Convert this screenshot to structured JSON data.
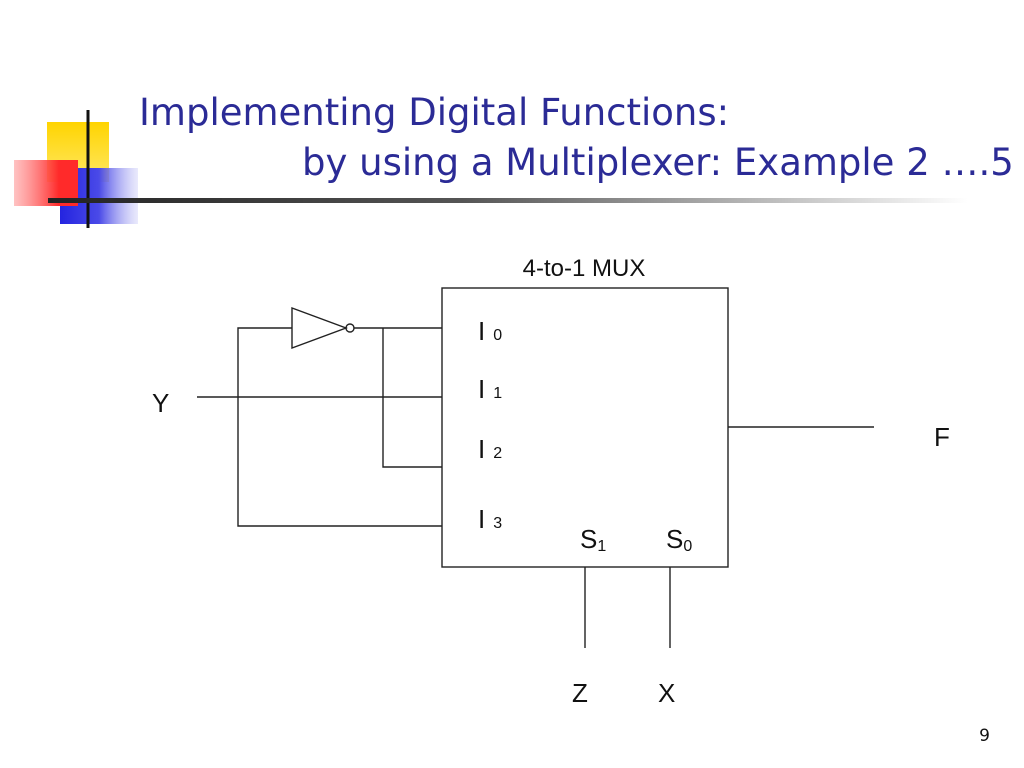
{
  "slide": {
    "title_line_1": "Implementing Digital Functions:",
    "title_line_2": "by using a Multiplexer: Example 2 ….5",
    "page_number": "9"
  },
  "diagram": {
    "mux_label": "4-to-1 MUX",
    "inputs": [
      {
        "letter": "I",
        "index": "0"
      },
      {
        "letter": "I",
        "index": "1"
      },
      {
        "letter": "I",
        "index": "2"
      },
      {
        "letter": "I",
        "index": "3"
      }
    ],
    "selects": [
      {
        "letter": "S",
        "index": "1"
      },
      {
        "letter": "S",
        "index": "0"
      }
    ],
    "signal_y": "Y",
    "signal_f": "F",
    "signal_z": "Z",
    "signal_x": "X"
  },
  "colors": {
    "title": "#2b2b96",
    "deco_yellow": "#ffd400",
    "deco_red": "#ff3b3b",
    "deco_blue": "#2424e0",
    "rule": "#222222"
  },
  "icons": [
    "not-gate-symbol"
  ]
}
